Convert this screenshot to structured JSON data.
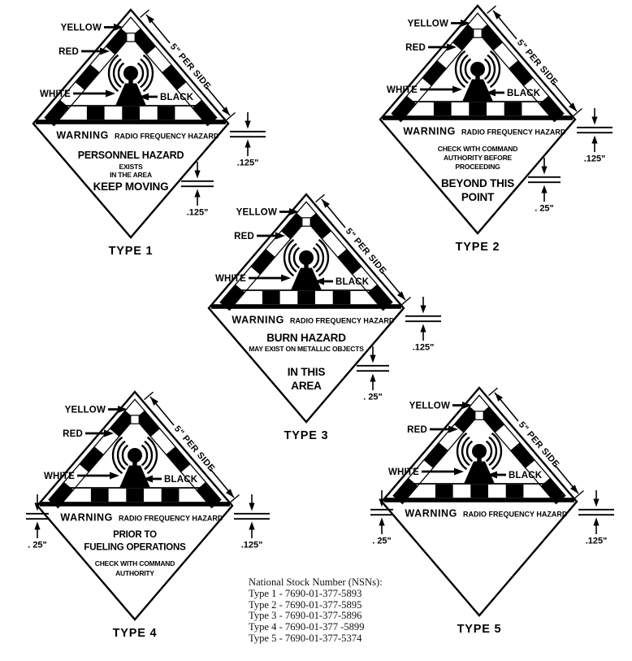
{
  "colors": {
    "ink": "#000000",
    "paper": "#ffffff"
  },
  "stencil": {
    "color_labels": {
      "yellow": "YELLOW",
      "red": "RED",
      "white": "WHITE",
      "black": "BLACK"
    },
    "side_dimension": "5\" PER SIDE",
    "warning_word": "WARNING",
    "warning_subtitle": "RADIO FREQUENCY HAZARD"
  },
  "signs": [
    {
      "caption": "TYPE 1",
      "messages": [
        "PERSONNEL HAZARD",
        "EXISTS",
        "IN THE AREA",
        "KEEP MOVING"
      ],
      "dims": {
        "right_vertex": ".125\"",
        "lower_right": ".125\""
      }
    },
    {
      "caption": "TYPE 2",
      "messages": [
        "CHECK WITH COMMAND",
        "AUTHORITY BEFORE",
        "PROCEEDING",
        "BEYOND THIS",
        "POINT"
      ],
      "dims": {
        "right_vertex": ".125\"",
        "lower_right": ". 25\""
      }
    },
    {
      "caption": "TYPE 3",
      "messages": [
        "BURN HAZARD",
        "MAY EXIST ON METALLIC OBJECTS",
        "IN THIS",
        "AREA"
      ],
      "dims": {
        "right_vertex": ".125\"",
        "lower_right": ". 25\""
      }
    },
    {
      "caption": "TYPE 4",
      "messages": [
        "PRIOR TO",
        "FUELING OPERATIONS",
        "CHECK WITH COMMAND",
        "AUTHORITY"
      ],
      "dims": {
        "left_vertex": ". 25\"",
        "right_vertex": ".125\""
      }
    },
    {
      "caption": "TYPE 5",
      "messages": [],
      "dims": {
        "left_vertex": ". 25\"",
        "right_vertex": ".125\""
      }
    }
  ],
  "nsn": {
    "heading": "National Stock Number (NSNs):",
    "items": [
      "Type 1 - 7690-01-377-5893",
      "Type 2 - 7690-01-377-5895",
      "Type 3 - 7690-01-377-5896",
      "Type 4 - 7690-01-377 -5899",
      "Type 5 - 7690-01-377-5374"
    ]
  }
}
